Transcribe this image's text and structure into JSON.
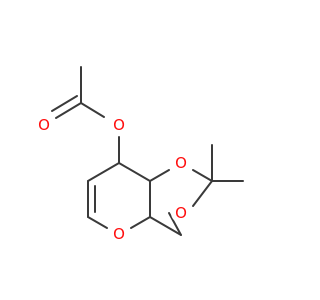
{
  "colors": {
    "background": "#ffffff",
    "bond": "#3a3a3a",
    "oxygen": "#ff0d0d"
  },
  "molecule": {
    "atoms": {
      "o_carbonyl": "O",
      "o_ester": "O",
      "o_dioxane_1": "O",
      "o_dioxane_2": "O",
      "o_pyran": "O"
    }
  }
}
